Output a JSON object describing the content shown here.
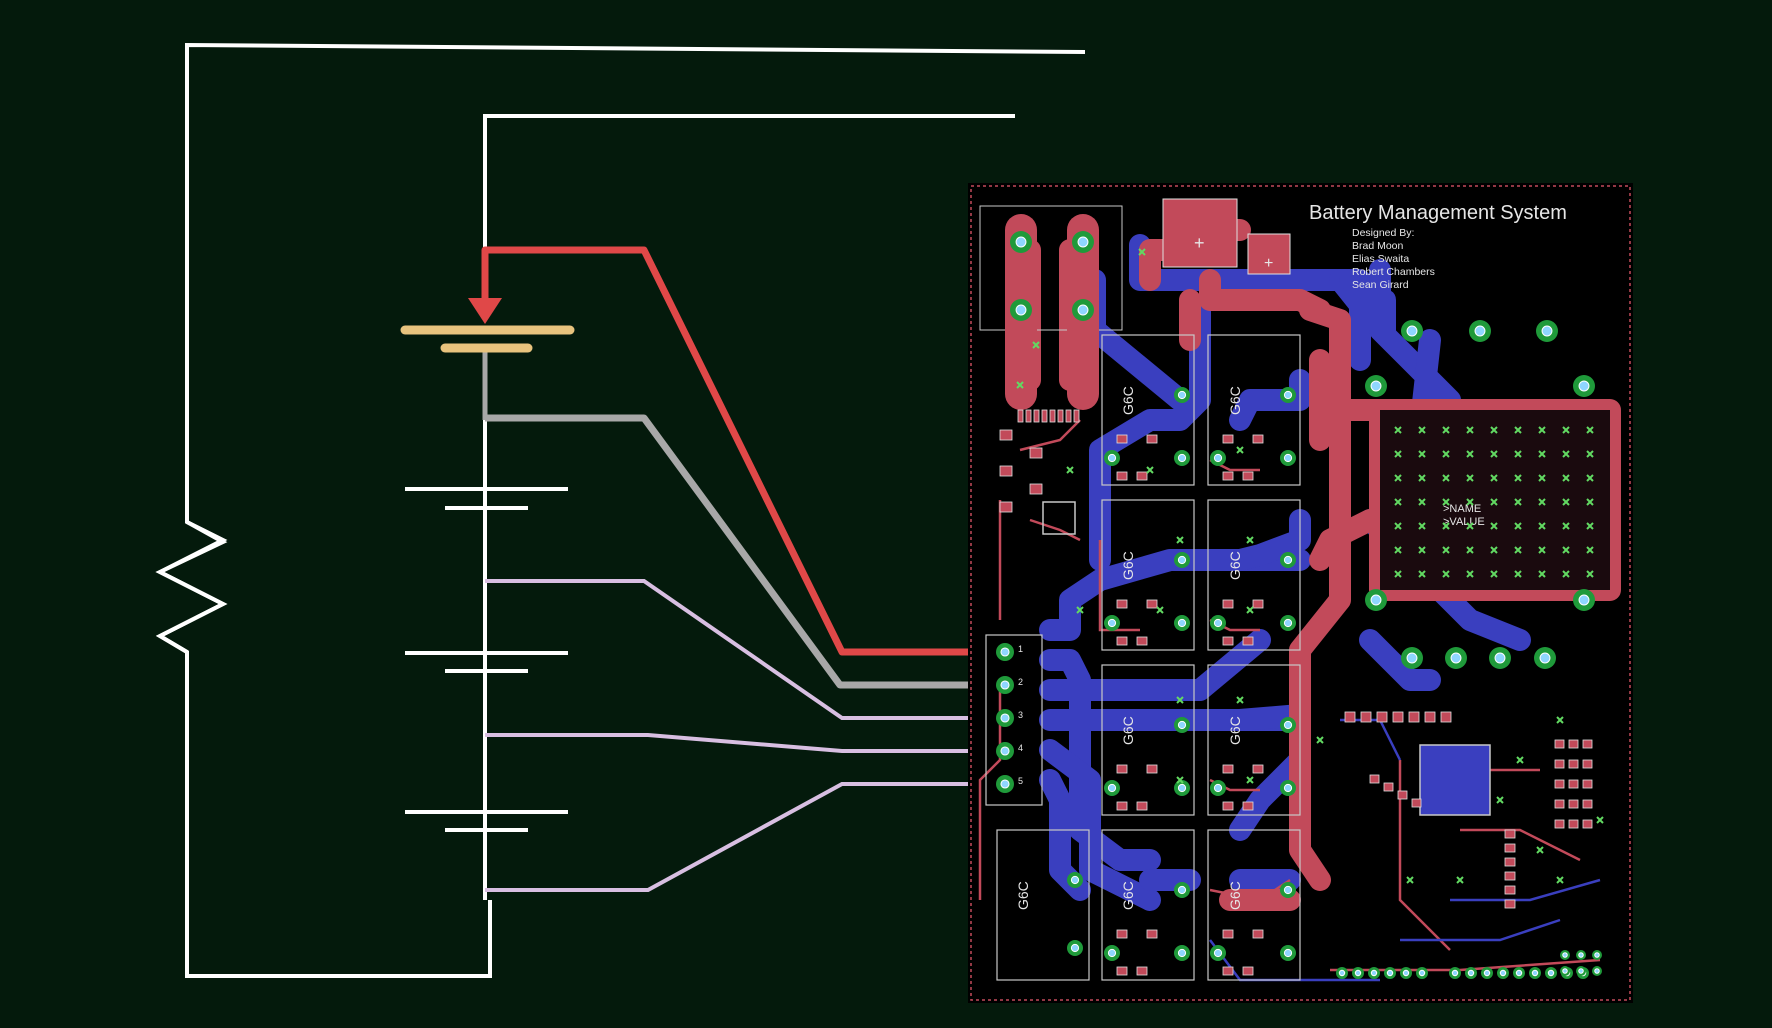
{
  "board": {
    "title": "Battery Management System",
    "credits": [
      "Designed By:",
      "Brad Moon",
      "Elias Swaita",
      "Robert Chambers",
      "Sean Girard"
    ],
    "placeholder_name": ">NAME",
    "placeholder_value": ">VALUE",
    "relay_label": "G6C",
    "connector_pins": [
      "1",
      "2",
      "3",
      "4",
      "5"
    ]
  },
  "colors": {
    "background": "#041a0c",
    "wire": "#ffffff",
    "positive_lead": "#e04848",
    "cell_tap_gray": "#a8a8a8",
    "cell_tap_lilac": "#d8bfe2",
    "battery_top_plate": "#e8c37e",
    "top_copper": "#c24a5a",
    "bottom_copper": "#3a3fbf",
    "pad": "#1f9a3a",
    "via": "#62d962"
  }
}
